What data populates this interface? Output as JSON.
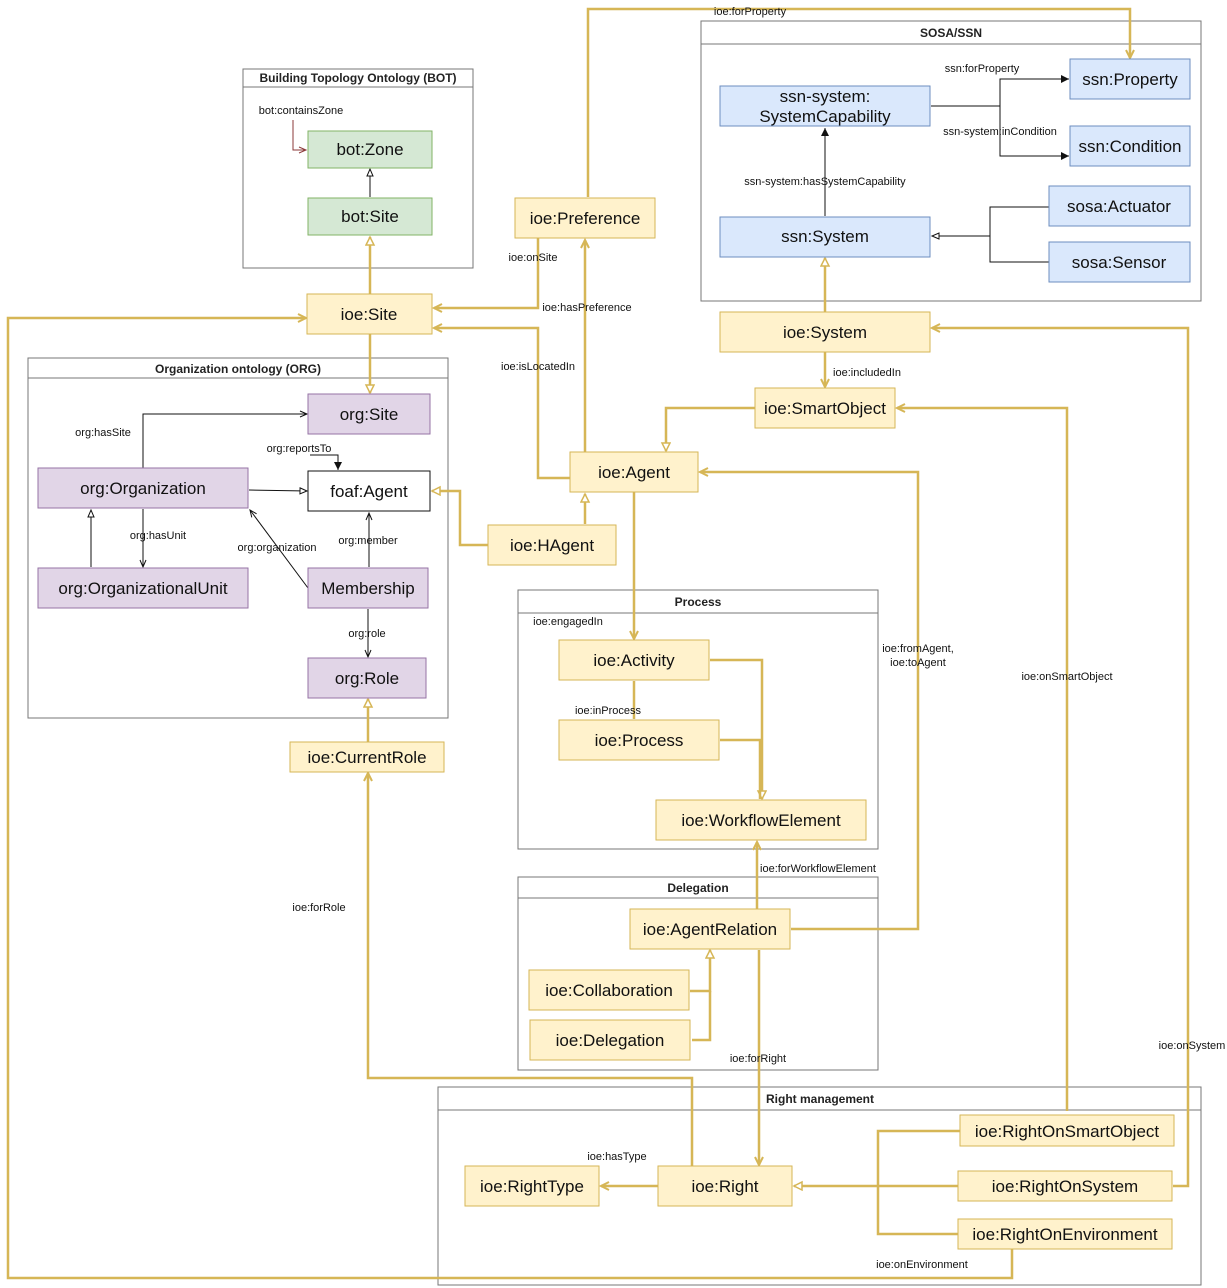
{
  "groups": {
    "bot": "Building Topology Ontology (BOT)",
    "sosa": "SOSA/SSN",
    "org": "Organization ontology (ORG)",
    "process": "Process",
    "delegation": "Delegation",
    "rights": "Right management"
  },
  "nodes": {
    "bot_zone": "bot:Zone",
    "bot_site": "bot:Site",
    "ssn_system_capability_line1": "ssn-system:",
    "ssn_system_capability_line2": "SystemCapability",
    "ssn_property": "ssn:Property",
    "ssn_condition": "ssn:Condition",
    "ssn_system": "ssn:System",
    "sosa_actuator": "sosa:Actuator",
    "sosa_sensor": "sosa:Sensor",
    "ioe_preference": "ioe:Preference",
    "ioe_site": "ioe:Site",
    "ioe_system": "ioe:System",
    "ioe_smartobject": "ioe:SmartObject",
    "org_site": "org:Site",
    "org_organization": "org:Organization",
    "foaf_agent": "foaf:Agent",
    "org_organizationalunit": "org:OrganizationalUnit",
    "membership": "Membership",
    "org_role": "org:Role",
    "ioe_agent": "ioe:Agent",
    "ioe_hagent": "ioe:HAgent",
    "ioe_currentrole": "ioe:CurrentRole",
    "ioe_activity": "ioe:Activity",
    "ioe_process": "ioe:Process",
    "ioe_workflowelement": "ioe:WorkflowElement",
    "ioe_agentrelation": "ioe:AgentRelation",
    "ioe_collaboration": "ioe:Collaboration",
    "ioe_delegation": "ioe:Delegation",
    "ioe_righttype": "ioe:RightType",
    "ioe_right": "ioe:Right",
    "ioe_rightonsmartobject": "ioe:RightOnSmartObject",
    "ioe_rightonsystem": "ioe:RightOnSystem",
    "ioe_rightonenvironment": "ioe:RightOnEnvironment"
  },
  "edge_labels": {
    "for_property_top": "ioe:forProperty",
    "contains_zone": "bot:containsZone",
    "ssn_for_property": "ssn:forProperty",
    "ssn_in_condition": "ssn-system:inCondition",
    "has_system_capability": "ssn-system:hasSystemCapability",
    "on_site": "ioe:onSite",
    "has_preference": "ioe:hasPreference",
    "is_located_in": "ioe:isLocatedIn",
    "included_in": "ioe:includedIn",
    "has_site": "org:hasSite",
    "reports_to": "org:reportsTo",
    "has_unit": "org:hasUnit",
    "organization": "org:organization",
    "member": "org:member",
    "role": "org:role",
    "engaged_in": "ioe:engagedIn",
    "in_process": "ioe:inProcess",
    "from_agent": "ioe:fromAgent,",
    "to_agent": "ioe:toAgent",
    "on_smart_object": "ioe:onSmartObject",
    "for_workflow_element": "ioe:forWorkflowElement",
    "for_role": "ioe:forRole",
    "for_right": "ioe:forRight",
    "on_system": "ioe:onSystem",
    "has_type": "ioe:hasType",
    "on_environment": "ioe:onEnvironment"
  },
  "colors": {
    "ioe_fill": "#fff2cc",
    "ioe_stroke": "#d6b656",
    "bot_fill": "#d5e8d4",
    "bot_stroke": "#82b366",
    "ssn_fill": "#dae8fc",
    "ssn_stroke": "#6c8ebf",
    "org_fill": "#e1d5e7",
    "org_stroke": "#9673a6"
  }
}
